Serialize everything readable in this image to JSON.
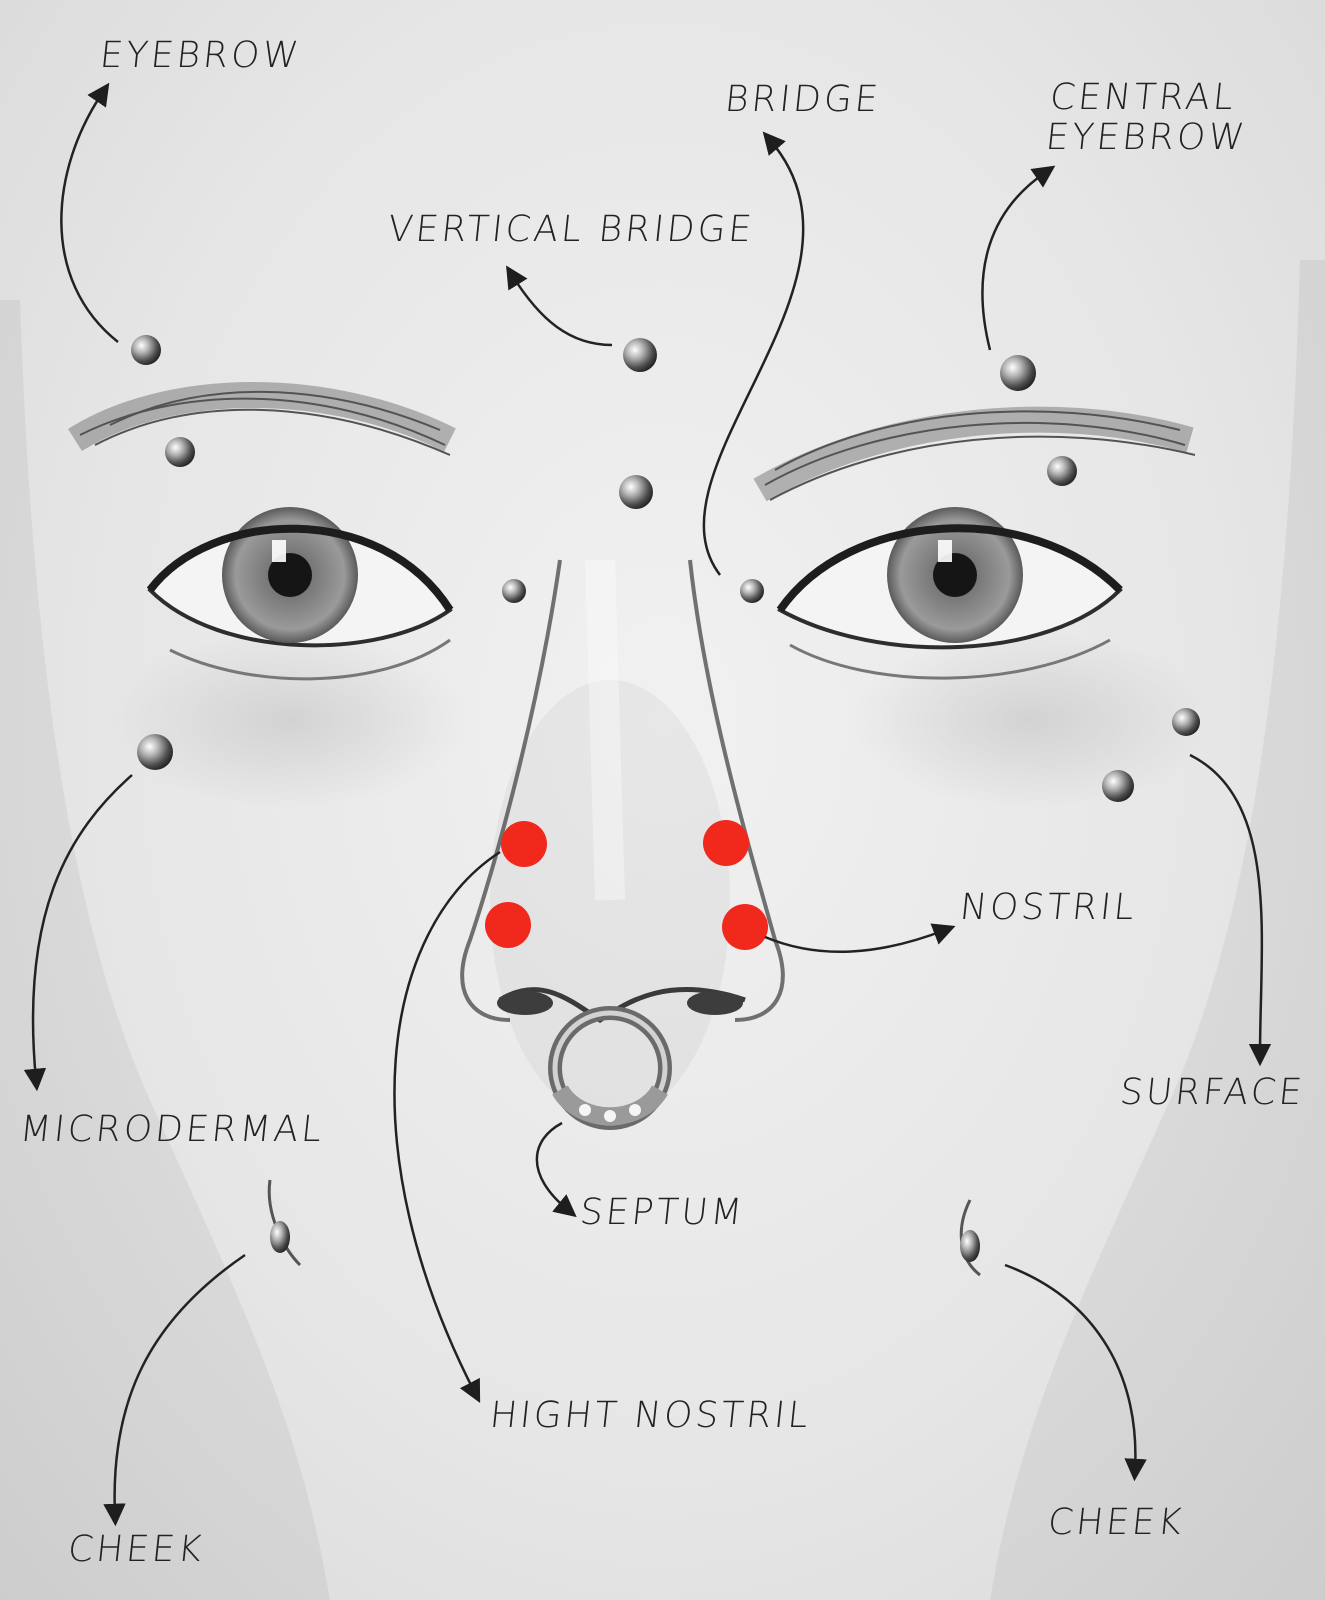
{
  "labels": {
    "eyebrow": "EYEBROW",
    "bridge": "BRIDGE",
    "central_eyebrow_line1": "CENTRAL",
    "central_eyebrow_line2": "EYEBROW",
    "vertical_bridge": "VERTICAL BRIDGE",
    "nostril": "NOSTRIL",
    "microdermal": "MICRODERMAL",
    "surface": "SURFACE",
    "septum": "SEPTUM",
    "hight_nostril": "HIGHT NOSTRIL",
    "cheek_left": "CHEEK",
    "cheek_right": "CHEEK"
  },
  "colors": {
    "paper": "#e9e9e9",
    "pencil": "#2a2a2a",
    "highlight_dot": "#f0291c",
    "stud": "#8a8a8a"
  },
  "icons": {
    "stud": "metal-stud-icon",
    "dot": "red-dot-marker",
    "arrow": "arrow-head"
  }
}
